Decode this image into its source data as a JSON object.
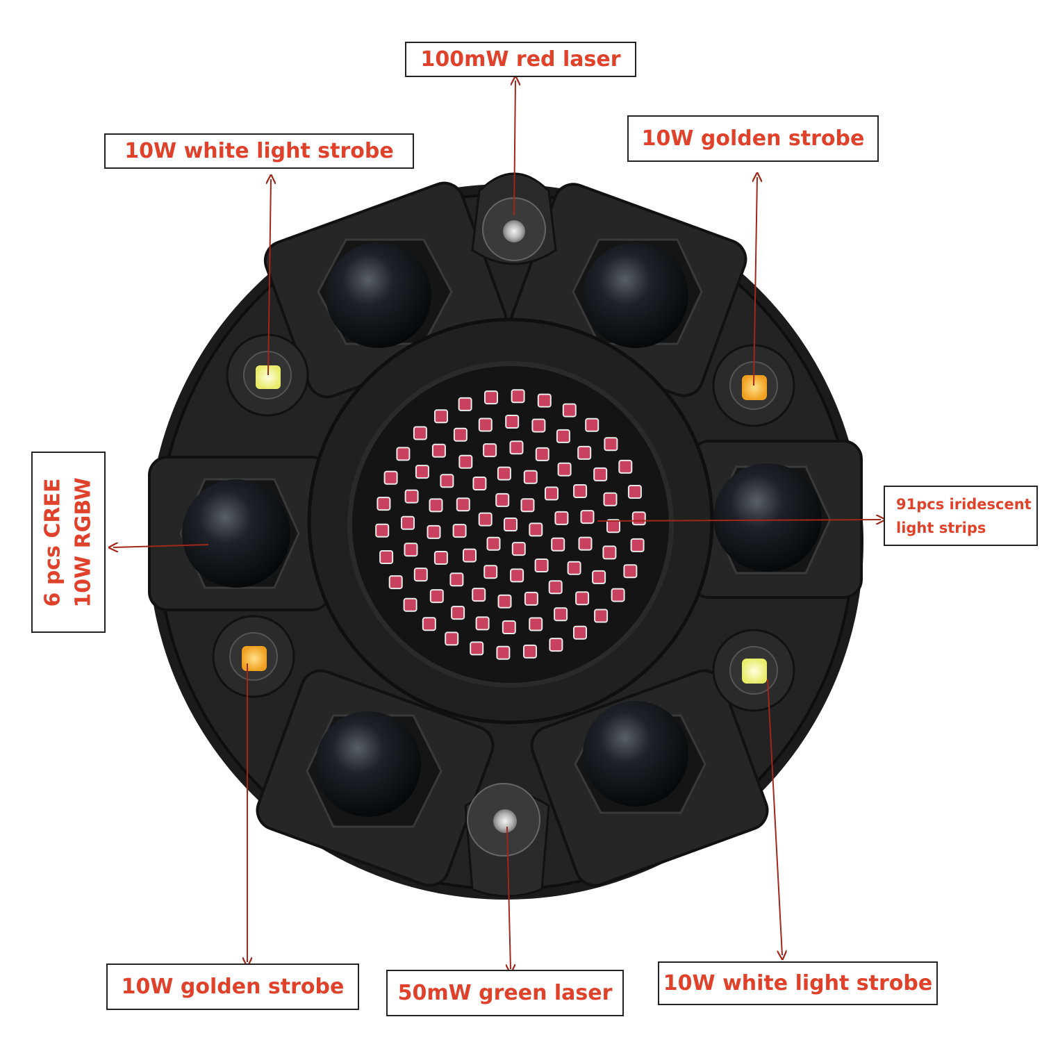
{
  "callouts": {
    "red_laser": "100mW red laser",
    "white_strobe_top_left": "10W white light strobe",
    "golden_strobe_top_right": "10W golden strobe",
    "rgbw_line1": "6 pcs CREE",
    "rgbw_line2": "10W RGBW",
    "strips_line1": "91pcs iridescent",
    "strips_line2": "light strips",
    "golden_strobe_bottom_left": "10W golden strobe",
    "green_laser": "50mW green laser",
    "white_strobe_bottom_right": "10W white light strobe"
  },
  "colors": {
    "label_text": "#e0412a",
    "arrow": "#a3261a",
    "box_border": "#222222",
    "body": "#1c1c1c",
    "rgb_led": "#c8415f",
    "white_led": "#f2f4a8",
    "golden_led": "#f5b23a"
  },
  "led_count": 91
}
